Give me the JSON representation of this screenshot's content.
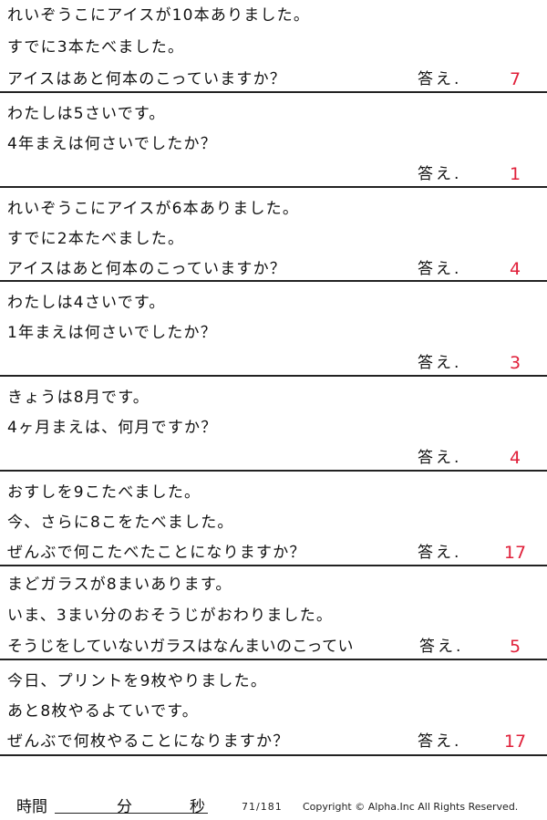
{
  "answer_label": "答え.",
  "problems": [
    {
      "lines": [
        "れいぞうこにアイスが10本ありました。",
        "すでに3本たべました。",
        "アイスはあと何本のこっていますか？"
      ],
      "answer": "7"
    },
    {
      "lines": [
        "わたしは5さいです。",
        "4年まえは何さいでしたか？"
      ],
      "answer": "1"
    },
    {
      "lines": [
        "れいぞうこにアイスが6本ありました。",
        "すでに2本たべました。",
        "アイスはあと何本のこっていますか？"
      ],
      "answer": "4"
    },
    {
      "lines": [
        "わたしは4さいです。",
        "1年まえは何さいでしたか？"
      ],
      "answer": "3"
    },
    {
      "lines": [
        "きょうは8月です。",
        "4ヶ月まえは、何月ですか？"
      ],
      "answer": "4"
    },
    {
      "lines": [
        "おすしを9こたべました。",
        "今、さらに8こをたべました。",
        "ぜんぶで何こたべたことになりますか？"
      ],
      "answer": "17"
    },
    {
      "lines": [
        "まどガラスが8まいあります。",
        "いま、3まい分のおそうじがおわりました。",
        "そうじをしていないガラスはなんまいのこってい"
      ],
      "answer": "5"
    },
    {
      "lines": [
        "今日、プリントを9枚やりました。",
        "あと8枚やるよていです。",
        "ぜんぶで何枚やることになりますか？"
      ],
      "answer": "17"
    }
  ],
  "footer": {
    "time_label": "時間",
    "minutes_label": "分",
    "seconds_label": "秒",
    "page": "71/181",
    "copyright": "Copyright ©  Alpha.Inc All Rights Reserved."
  },
  "colors": {
    "answer": "#e0203a",
    "rule": "#222222"
  }
}
